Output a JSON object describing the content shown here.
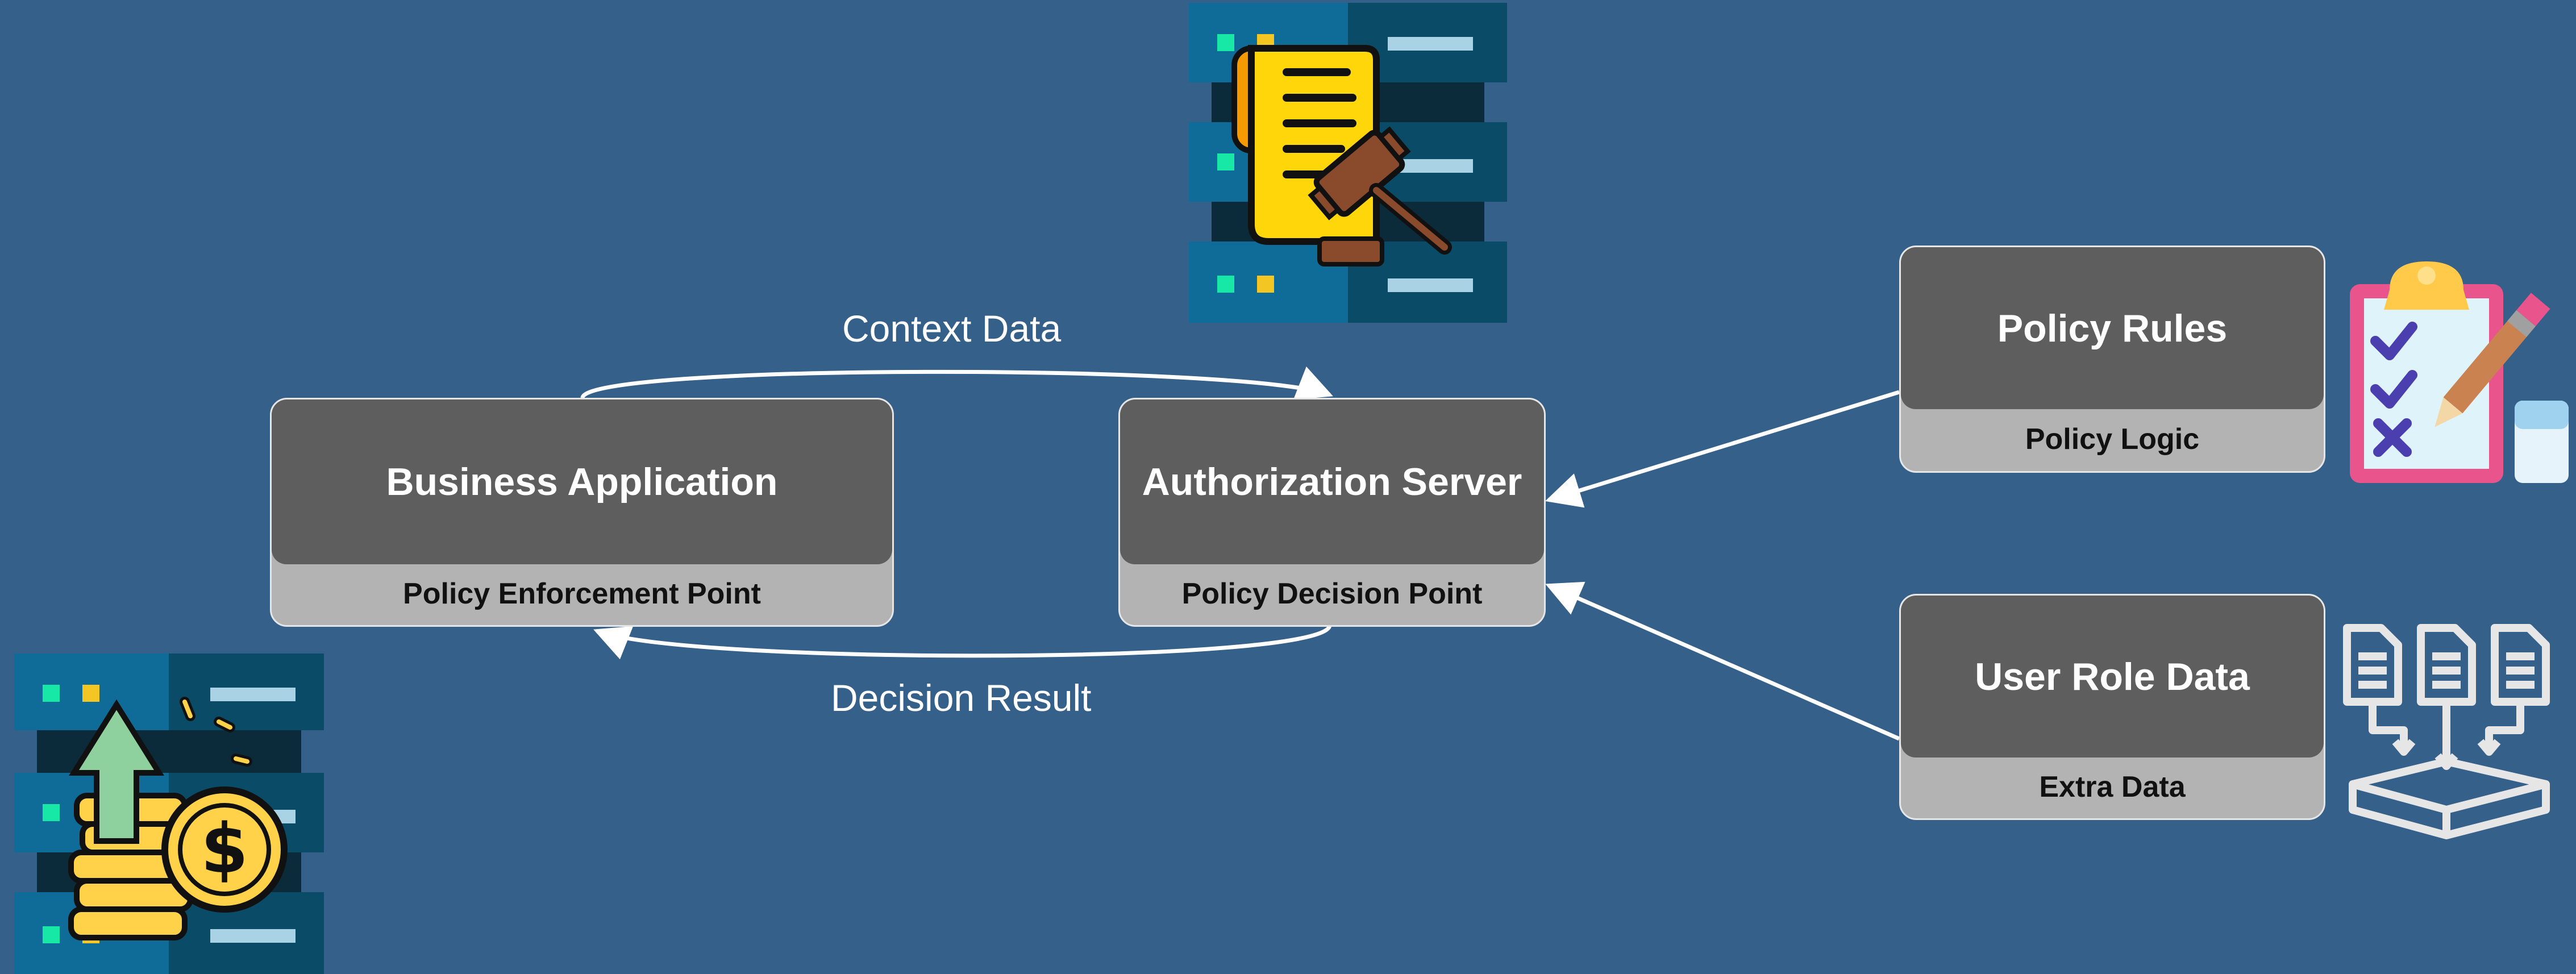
{
  "nodes": {
    "business_app": {
      "title": "Business Application",
      "subtitle": "Policy Enforcement Point"
    },
    "auth_server": {
      "title": "Authorization Server",
      "subtitle": "Policy Decision Point"
    },
    "policy_rules": {
      "title": "Policy Rules",
      "subtitle": "Policy Logic"
    },
    "user_role": {
      "title": "User Role Data",
      "subtitle": "Extra Data"
    }
  },
  "edges": {
    "context_data": "Context Data",
    "decision_result": "Decision Result"
  },
  "icons": {
    "policy_server": "gavel-document-server-icon",
    "finance_server": "money-growth-server-icon",
    "checklist": "checklist-pencil-icon",
    "data_merge": "documents-to-inbox-icon"
  },
  "colors": {
    "background": "#35608a",
    "node_header": "#5e5e5e",
    "node_footer": "#b3b3b3",
    "arrow": "#ffffff"
  }
}
